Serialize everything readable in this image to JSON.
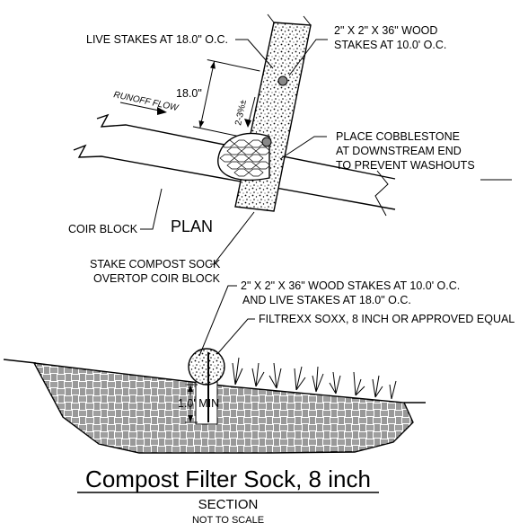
{
  "plan": {
    "live_stakes": "LIVE STAKES AT 18.0\" O.C.",
    "wood_stakes_line1": "2\" X 2\" X 36\" WOOD",
    "wood_stakes_line2": "STAKES AT 10.0' O.C.",
    "spacing_dim": "18.0\"",
    "slope_dim": "2-3%±",
    "runoff_flow": "RUNOFF FLOW",
    "cobblestone_line1": "PLACE COBBLESTONE",
    "cobblestone_line2": "AT DOWNSTREAM END",
    "cobblestone_line3": "TO PREVENT WASHOUTS",
    "coir_block": "COIR BLOCK",
    "plan_label": "PLAN",
    "stake_sock_line1": "STAKE COMPOST SOCK",
    "stake_sock_line2": "OVERTOP COIR BLOCK"
  },
  "section": {
    "stakes_line1": "2\" X 2\" X 36\" WOOD STAKES AT 10.0' O.C.",
    "stakes_line2": "AND LIVE STAKES AT 18.0\" O.C.",
    "filtrexx": "FILTREXX SOXX, 8 INCH OR APPROVED EQUAL",
    "depth_dim": "1.0' MIN"
  },
  "footer": {
    "title": "Compost Filter Sock, 8 inch",
    "subtitle": "SECTION",
    "scale_note": "NOT TO SCALE"
  }
}
